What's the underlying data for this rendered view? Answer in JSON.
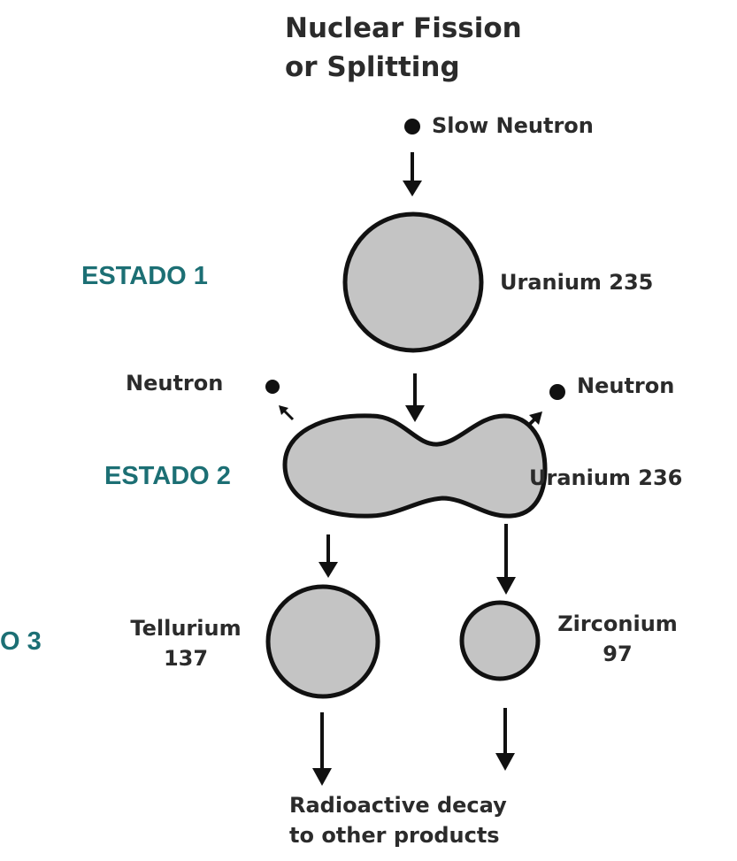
{
  "title": {
    "line1": "Nuclear Fission",
    "line2": "or Splitting"
  },
  "labels": {
    "slow_neutron": "Slow Neutron",
    "uranium_235": "Uranium 235",
    "neutron_left": "Neutron",
    "neutron_right": "Neutron",
    "uranium_236": "Uranium 236",
    "tellurium_name": "Tellurium",
    "tellurium_mass": "137",
    "zirconium_name": "Zirconium",
    "zirconium_mass": "97",
    "decay_line1": "Radioactive decay",
    "decay_line2": "to other products"
  },
  "estados": {
    "estado1": "ESTADO 1",
    "estado2": "ESTADO 2",
    "estado3": "O 3"
  },
  "colors": {
    "nucleus_fill": "#c4c4c4",
    "outline": "#111111",
    "estado_text": "#1c6f74",
    "label_text": "#2b2b2b"
  }
}
